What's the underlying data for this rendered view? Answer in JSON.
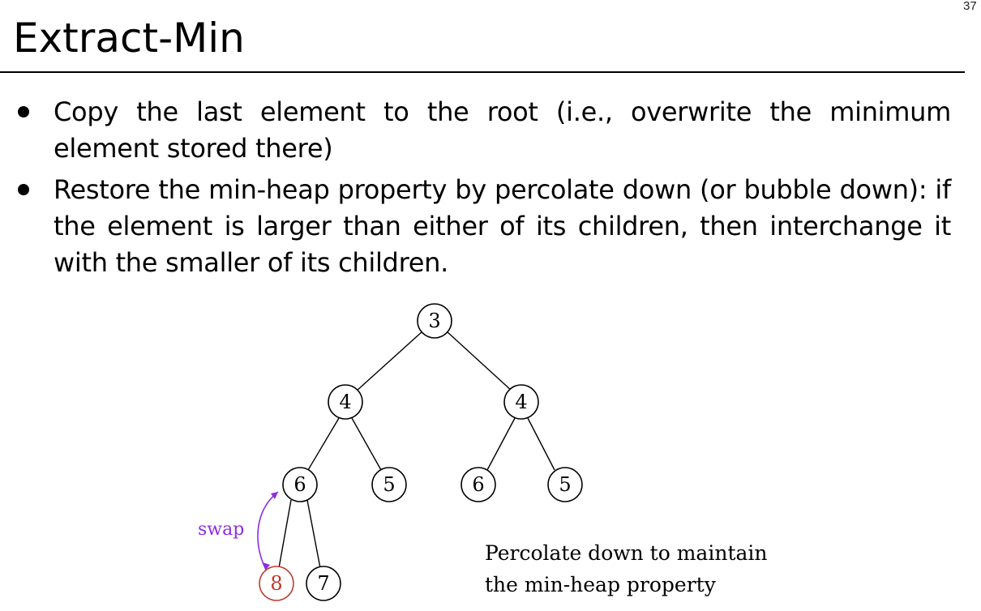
{
  "slide": {
    "page_number": "37",
    "title": "Extract-Min",
    "bullets": [
      "Copy the last element to the root (i.e., overwrite the minimum element stored there)",
      "Restore the min-heap property by percolate down (or bubble down): if the element is larger than either of its children, then interchange it with the smaller of its children."
    ]
  },
  "diagram": {
    "nodes": [
      "3",
      "4",
      "4",
      "6",
      "5",
      "6",
      "5",
      "8",
      "7"
    ],
    "swap_label": "swap",
    "caption_line1": "Percolate down to maintain",
    "caption_line2": "the min-heap property",
    "highlight_color": "#c0392b",
    "swap_color": "#8e2ce0"
  }
}
